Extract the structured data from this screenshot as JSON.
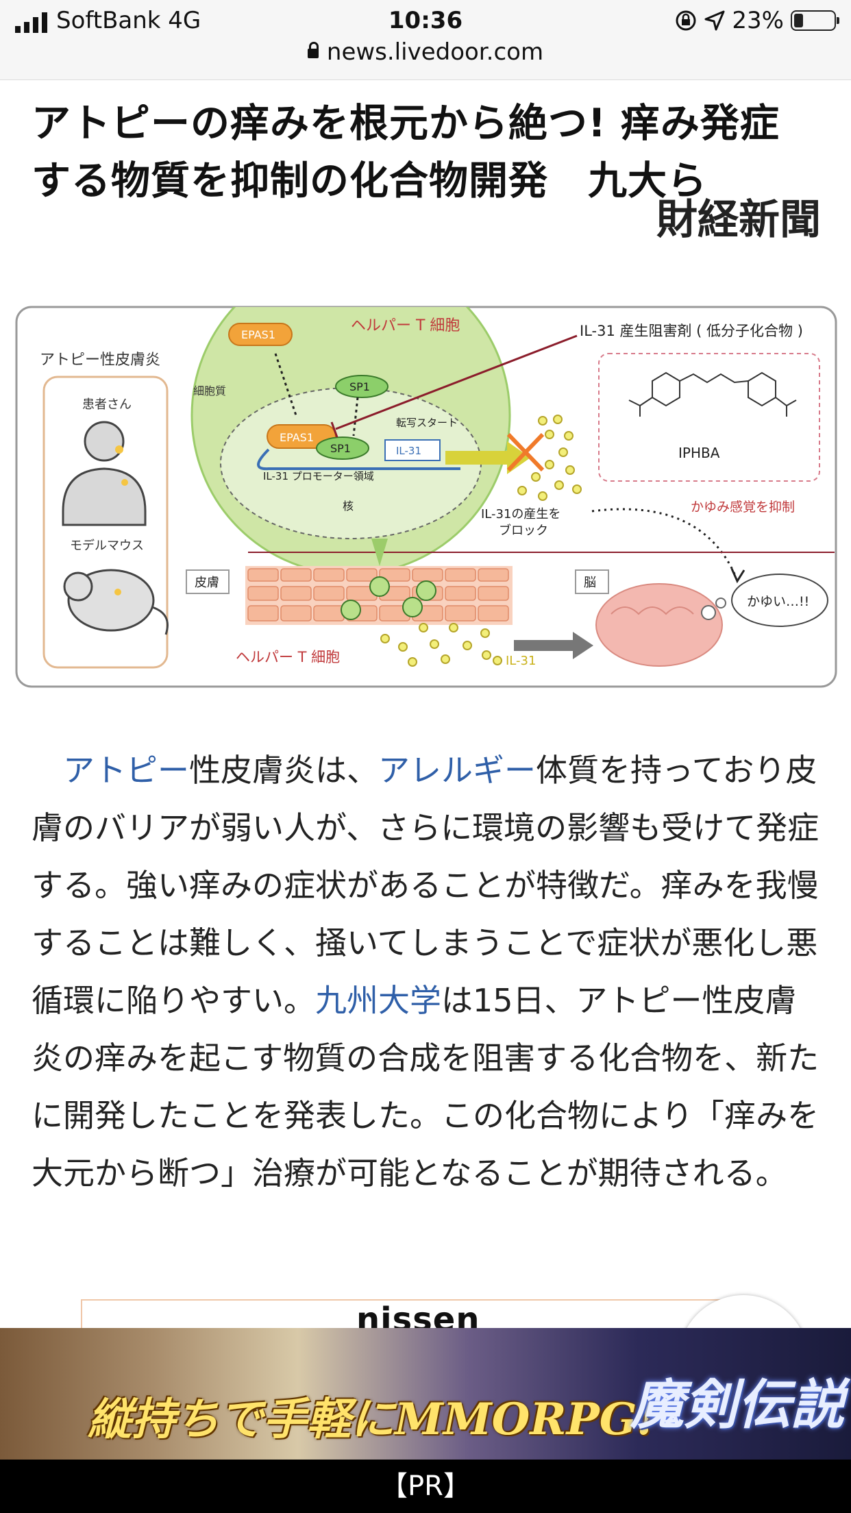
{
  "status_bar": {
    "carrier": "SoftBank   4G",
    "time": "10:36",
    "battery_percent_label": "23%",
    "battery_level": 0.23,
    "url": "news.livedoor.com",
    "icons": [
      "signal-icon",
      "orientation-lock-icon",
      "location-arrow-icon",
      "battery-icon",
      "lock-icon"
    ]
  },
  "article": {
    "headline_line1": "アトピーの痒みを根元から絶つ! 痒み発症",
    "headline_line2": "する物質を抑制の化合物開発　九大ら",
    "source": "財経新聞",
    "body": [
      {
        "t": "　"
      },
      {
        "t": "アトピー",
        "link": true
      },
      {
        "t": "性皮膚炎は、"
      },
      {
        "t": "アレルギー",
        "link": true
      },
      {
        "t": "体質を持っており皮膚のバリアが弱い人が、さらに環境の影響も受けて発症する。強い痒みの症状があることが特徴だ。痒みを我慢することは難しく、掻いてしまうことで症状が悪化し悪循環に陥りやすい。"
      },
      {
        "t": "九州大学",
        "link": true
      },
      {
        "t": "は15日、アトピー性皮膚炎の痒みを起こす物質の合成を阻害する化合物を、新たに開発したことを発表した。この化合物により「痒みを大元から断つ」治療が可能となることが期待される。"
      }
    ]
  },
  "figure": {
    "helper_t_cell": "ヘルパー T 細胞",
    "epas1": "EPAS1",
    "sp1": "SP1",
    "cytoplasm": "細胞質",
    "transcription_start": "転写スタート",
    "il31": "IL-31",
    "promoter_region": "IL-31 プロモーター領域",
    "nucleus": "核",
    "inhibitor_label": "IL-31 産生阻害剤 ( 低分子化合物 )",
    "compound": "IPHBA",
    "atopic_dermatitis": "アトピー性皮膚炎",
    "patient": "患者さん",
    "model_mouse": "モデルマウス",
    "block_line1": "IL-31の産生を",
    "block_line2": "ブロック",
    "suppress_itch": "かゆみ感覚を抑制",
    "skin": "皮膚",
    "brain": "脳",
    "itchy": "かゆい…!!",
    "helper_t_cell_bottom": "ヘルパー T 細胞",
    "il31_bottom": "IL-31",
    "colors": {
      "cell_green": "#cfe6a6",
      "epas1_orange": "#f2a33a",
      "sp1_green": "#8ccf6a",
      "arrow_yellow": "#d8d23a",
      "label_red": "#c0393b",
      "skin_orange": "#f5b89a",
      "brain_pink": "#f3b8b0"
    }
  },
  "ad": {
    "brand": "nissen",
    "banner_text": "縦持ちで手軽にMMORPG!",
    "banner_logo": "魔剣伝説",
    "pr_label": "【PR】"
  }
}
